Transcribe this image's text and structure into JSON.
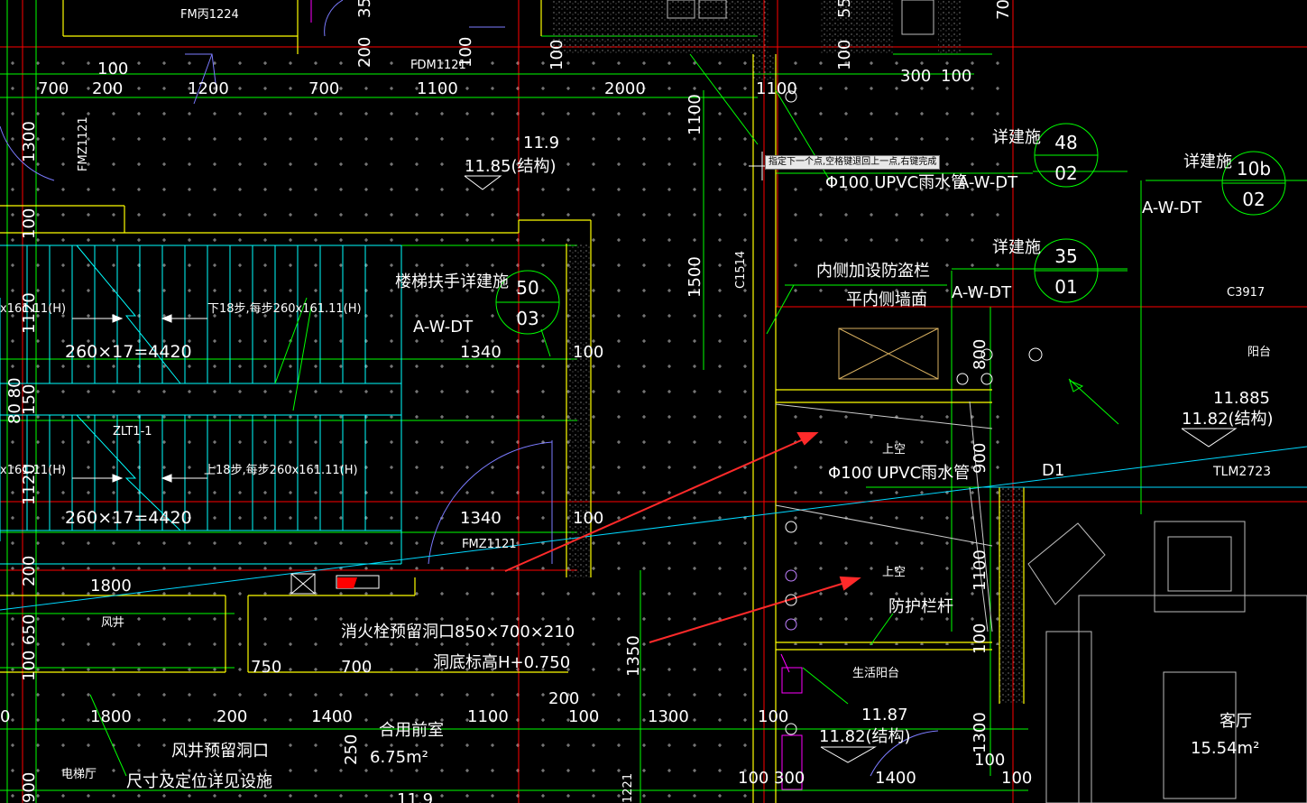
{
  "prompt": {
    "tooltip": "指定下一个点,空格键退回上一点,右键完成"
  },
  "colors": {
    "background": "#000000",
    "text": "#ffffff",
    "axis": "#ff0000",
    "dimension": "#00ff00",
    "wall": "#ffff00",
    "stair": "#00ffff",
    "door": "#7b7bff",
    "annotation_arrow": "#ff2a2a",
    "hatch": "#cccccc",
    "room": "#ffffff"
  },
  "dims": {
    "top_row": [
      "700",
      "200",
      "1200",
      "700",
      "1100",
      "2000",
      "1100"
    ],
    "right_top": [
      "300",
      "100"
    ],
    "v_left_1": "1300",
    "v_left_2": "100",
    "v_left_3": "1120",
    "v_left_4": "80 80",
    "v_left_5": "150",
    "v_left_6": "1120",
    "v_left_7": "200",
    "v_left_8": "650",
    "v_left_9": "100",
    "v_left_10": "900",
    "v_mid_1": "1100",
    "v_mid_2": "1500",
    "v_mid_3": "1350",
    "v_mid_4": "250",
    "v_right_1": "800",
    "v_right_2": "900",
    "v_right_3": "1100",
    "v_right_4": "100",
    "v_right_5": "1300",
    "top_small": [
      "100",
      "35",
      "200",
      "100",
      "55",
      "100",
      "70",
      "100"
    ],
    "stair_w1": "1340",
    "stair_w2": "1340",
    "d100a": "100",
    "d100b": "100",
    "d1800a": "1800",
    "d750": "750",
    "d700b": "700",
    "d200b": "200",
    "bottom_row": [
      "1800",
      "200",
      "1400",
      "1100",
      "100",
      "1300",
      "100"
    ],
    "bottom_right": [
      "100",
      "300",
      "1400",
      "100",
      "100"
    ],
    "bottom_left": "0"
  },
  "labels": {
    "fm_top": "FM丙1224",
    "fdm": "FDM1121",
    "fmz_left": "FMZ1121",
    "fmz_mid": "FMZ1121",
    "c1514": "C1514",
    "c3917": "C3917",
    "tlm": "TLM2723",
    "d1": "D1",
    "zlt": "ZLT1-1",
    "elev_top": "11.9",
    "elev_top_s": "11.85(结构)",
    "elev_balc": "11.885",
    "elev_balc_s": "11.82(结构)",
    "elev_life": "11.87",
    "elev_life_s": "11.82(结构)",
    "elev_bottom": "11.9",
    "pipe1": "Φ100 UPVC雨水管",
    "pipe2": "Φ100 UPVC雨水管",
    "awdt1": "A-W-DT",
    "awdt2": "A-W-DT",
    "awdt3": "A-W-DT",
    "awdt4": "A-W-DT",
    "xjs1": "详建施",
    "xjs2": "详建施",
    "xjs3": "详建施",
    "stair_rail": "楼梯扶手详建施",
    "rail_note1": "内侧加设防盗栏",
    "rail_note2": "平内侧墙面",
    "stair_up1": "下18步,每步260x161.11(H)",
    "stair_up2": "上18步,每步260x161.11(H)",
    "stair_left1": "x161.11(H)",
    "stair_left2": "x161.11(H)",
    "stair_calc1": "260×17=4420",
    "stair_calc2": "260×17=4420",
    "upper_void1": "上空",
    "upper_void2": "上空",
    "guard": "防护栏杆",
    "fire1": "消火栓预留洞口850×700×210",
    "fire2": "洞底标高H+0.750",
    "shaft": "风井",
    "shaft_note1": "风井预留洞口",
    "shaft_note2": "尺寸及定位详见设施",
    "hall": "合用前室",
    "hall_area": "6.75m²",
    "elevator": "电梯厅",
    "balcony": "阳台",
    "life_balcony": "生活阳台",
    "living": "客厅",
    "living_area": "15.54m²",
    "small_1221": "1221"
  },
  "callouts": [
    {
      "top": "48",
      "bottom": "02"
    },
    {
      "top": "10b",
      "bottom": "02"
    },
    {
      "top": "35",
      "bottom": "01"
    },
    {
      "top": "50",
      "bottom": "03"
    }
  ],
  "icons": [
    "cursor-crosshair-icon",
    "north-arrow-icon",
    "window-icon",
    "fire-hydrant-icon"
  ]
}
